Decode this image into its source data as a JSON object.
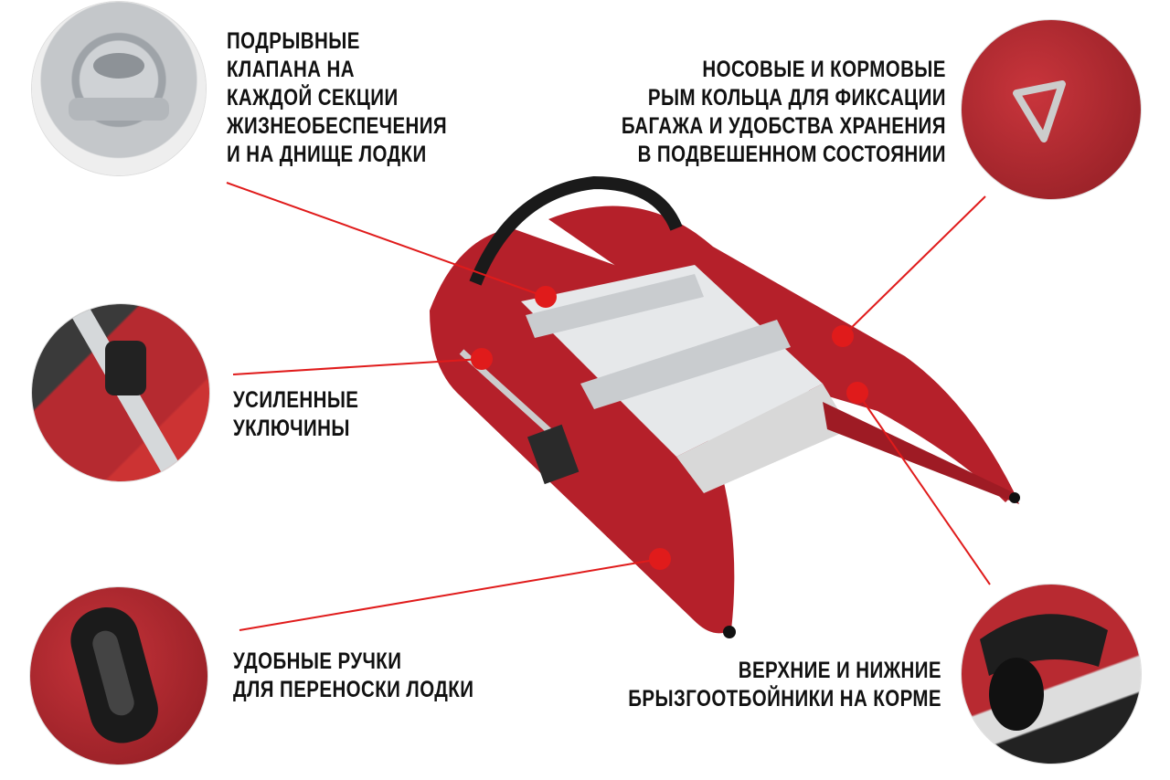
{
  "callouts": {
    "valves": {
      "lines": [
        "ПОДРЫВНЫЕ",
        "КЛАПАНА НА",
        "КАЖДОЙ СЕКЦИИ",
        "ЖИЗНЕОБЕСПЕЧЕНИЯ",
        "И НА ДНИЩЕ ЛОДКИ"
      ]
    },
    "rings": {
      "lines": [
        "НОСОВЫЕ И КОРМОВЫЕ",
        "РЫМ КОЛЬЦА ДЛЯ ФИКСАЦИИ",
        "БАГАЖА И УДОБСТВА ХРАНЕНИЯ",
        "В ПОДВЕШЕННОМ СОСТОЯНИИ"
      ]
    },
    "oarlocks": {
      "lines": [
        "УСИЛЕННЫЕ",
        "УКЛЮЧИНЫ"
      ]
    },
    "handles": {
      "lines": [
        "УДОБНЫЕ РУЧКИ",
        "ДЛЯ ПЕРЕНОСКИ ЛОДКИ"
      ]
    },
    "splash": {
      "lines": [
        "ВЕРХНИЕ И НИЖНИЕ",
        "БРЫЗГООТБОЙНИКИ НА КОРМЕ"
      ]
    }
  },
  "colors": {
    "accent": "#e01b1b",
    "boat_red": "#b5202a",
    "text": "#111111"
  }
}
